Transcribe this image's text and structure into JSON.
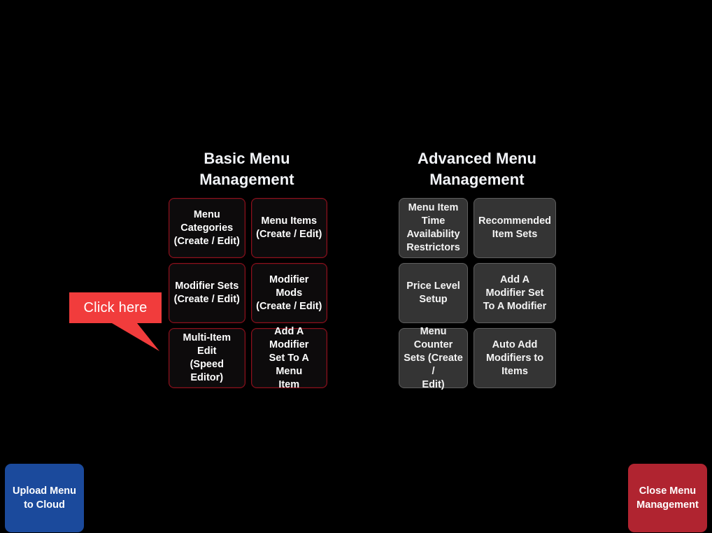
{
  "screen": {
    "background_color": "#000000"
  },
  "panels": [
    {
      "id": "basic",
      "title": "Basic Menu\nManagement",
      "style": "red-outline",
      "border_color": "#8f0f1c",
      "background_color": "#0d0b0c",
      "buttons": [
        {
          "name": "menu-categories",
          "label": "Menu\nCategories\n(Create / Edit)"
        },
        {
          "name": "menu-items",
          "label": "Menu Items\n(Create / Edit)"
        },
        {
          "name": "modifier-sets",
          "label": "Modifier Sets\n(Create / Edit)"
        },
        {
          "name": "modifier-mods",
          "label": "Modifier Mods\n(Create / Edit)"
        },
        {
          "name": "multi-item-edit",
          "label": "Multi-Item Edit\n(Speed Editor)"
        },
        {
          "name": "add-modifier-set-to-menu-item",
          "label": "Add A Modifier\nSet To A Menu\nItem"
        }
      ]
    },
    {
      "id": "advanced",
      "title": "Advanced Menu\nManagement",
      "style": "gray",
      "border_color": "#5e5e5e",
      "background_color": "#343434",
      "buttons": [
        {
          "name": "menu-item-time-availability-restrictors",
          "label": "Menu Item\nTime\nAvailability\nRestrictors"
        },
        {
          "name": "recommended-item-sets",
          "label": "Recommended\nItem Sets"
        },
        {
          "name": "price-level-setup",
          "label": "Price Level\nSetup"
        },
        {
          "name": "add-modifier-set-to-modifier",
          "label": "Add A\nModifier Set\nTo A Modifier"
        },
        {
          "name": "menu-counter-sets",
          "label": "Menu Counter\nSets (Create /\nEdit)"
        },
        {
          "name": "auto-add-modifiers-to-items",
          "label": "Auto Add\nModifiers to\nItems"
        }
      ]
    }
  ],
  "callout": {
    "label": "Click here",
    "color": "#f13c3c",
    "text_color": "#ffffff"
  },
  "actions": {
    "upload": {
      "label": "Upload Menu\nto Cloud",
      "color": "#1b4a9c"
    },
    "close": {
      "label": "Close Menu\nManagement",
      "color": "#b02430"
    }
  }
}
